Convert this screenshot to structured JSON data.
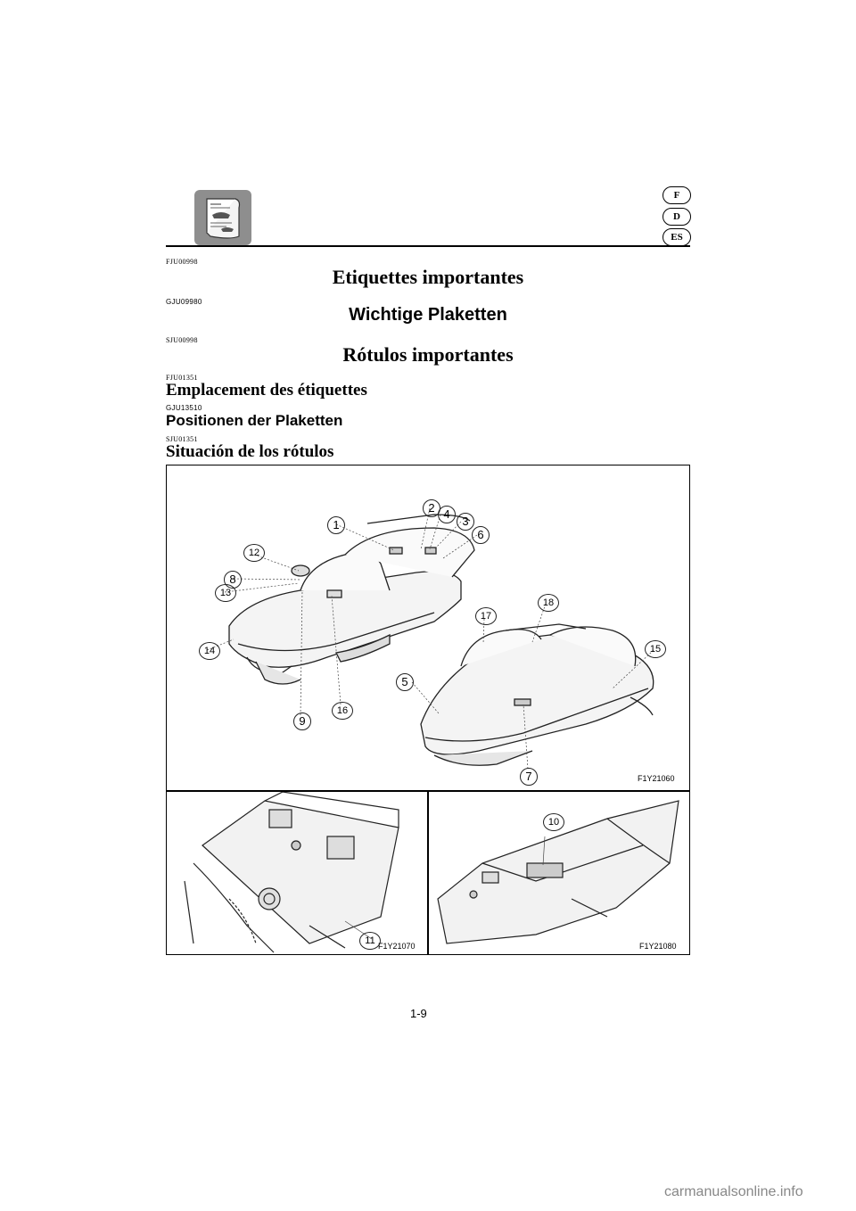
{
  "header": {
    "languages": [
      "F",
      "D",
      "ES"
    ],
    "icon": "manual-book-icon"
  },
  "sections": [
    {
      "code": "FJU00998",
      "title": "Etiquettes importantes"
    },
    {
      "code": "GJU09980",
      "title": "Wichtige Plaketten"
    },
    {
      "code": "SJU00998",
      "title": "Rótulos importantes"
    }
  ],
  "subsections": [
    {
      "code": "FJU01351",
      "title": "Emplacement des étiquettes"
    },
    {
      "code": "GJU13510",
      "title": "Positionen der Plaketten"
    },
    {
      "code": "SJU01351",
      "title": "Situación de los rótulos"
    }
  ],
  "figure": {
    "codes": [
      "F1Y21060",
      "F1Y21070",
      "F1Y21080"
    ],
    "labels": [
      "1",
      "2",
      "3",
      "4",
      "5",
      "6",
      "7",
      "8",
      "9",
      "10",
      "11",
      "12",
      "13",
      "14",
      "15",
      "16",
      "17",
      "18"
    ]
  },
  "footer": {
    "page_number": "1-9",
    "watermark": "carmanualsonline.info"
  }
}
